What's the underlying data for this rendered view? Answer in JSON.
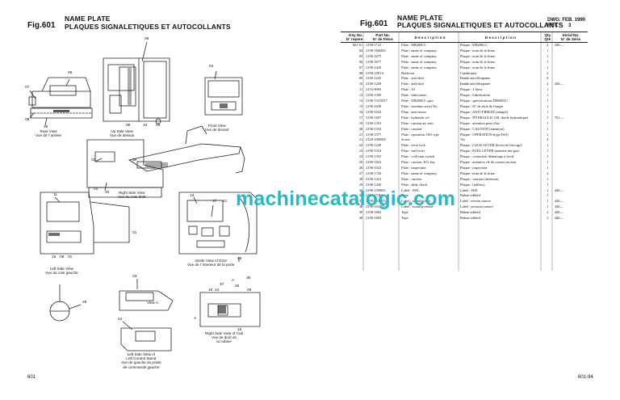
{
  "left_page": {
    "fig": "Fig.601",
    "title_en": "NAME PLATE",
    "title_fr": "PLAQUES SIGNALETIQUES ET AUTOCOLLANTS",
    "page_number": "601",
    "views": {
      "rear": [
        "Rear View",
        "Vue de l' arrière"
      ],
      "up_side": [
        "Up Side View",
        "Vue de dessus"
      ],
      "front": [
        "Front View",
        "Vue de devant"
      ],
      "right_side": [
        "Right Side View",
        "Vue du cote droit"
      ],
      "left_side": [
        "Left Side View",
        "Vue du cote gauche"
      ],
      "door": [
        "Inside View of Door",
        "Vue de l' interieur de la porte"
      ],
      "view_a": [
        "View A"
      ],
      "control_stand": [
        "Left Side View of",
        "Left Control Stand",
        "Vue de gauche du poste",
        "de commande gauche"
      ],
      "cab": [
        "Right Side View of Cab",
        "Vue de droit do",
        "la cabine"
      ]
    },
    "callouts": [
      "09",
      "04",
      "06",
      "07",
      "08",
      "36",
      "09",
      "10",
      "09",
      "02",
      "39",
      "01",
      "40",
      "11",
      "01",
      "15",
      "05",
      "01",
      "13",
      "17",
      "21",
      "16",
      "23",
      "28",
      "37",
      "A",
      "26",
      "35",
      "19",
      "24",
      "25",
      "22",
      "16",
      "A"
    ]
  },
  "right_page": {
    "fig": "Fig.601",
    "title_en": "NAME PLATE",
    "title_fr": "PLAQUES SIGNALETIQUES ET AUTOCOLLANTS",
    "dwg_label": "DWG: FEB. 1990",
    "rev_label": "REV.",
    "rev_value": "3",
    "page_number": "601-94",
    "columns": {
      "key": [
        "Key No.",
        "N° repère"
      ],
      "part": [
        "Part No.",
        "N° de Pièce"
      ],
      "desc_en": "D e s c r i p t i o n",
      "desc_fr": "D e s c r i p t i o n",
      "qty": [
        "Qty",
        "Qté"
      ],
      "serial": [
        "Serial No.",
        "N° de Série"
      ]
    },
    "rows": [
      {
        "key": "601-01",
        "part": "2190-1723",
        "en": "Plate : DH200LC",
        "fr": "Plaque : DH200LC",
        "qty": "2",
        "ser": "446—"
      },
      {
        "key": "04",
        "part": "2190-1660D2",
        "en": "Plate : name of company",
        "fr": "Plaque : nom de la firme",
        "qty": "1",
        "ser": ""
      },
      {
        "key": "05",
        "part": "2190-1675",
        "en": "Plate : name of company",
        "fr": "Plaque : nom de la firme",
        "qty": "1",
        "ser": ""
      },
      {
        "key": "06",
        "part": "2190-1677",
        "en": "Plate : name of company",
        "fr": "Plaque : nom de la firme",
        "qty": "1",
        "ser": ""
      },
      {
        "key": "07",
        "part": "2190-1429",
        "en": "Plate : name of company",
        "fr": "Plaque : nom de la firme",
        "qty": "1",
        "ser": ""
      },
      {
        "key": "08",
        "part": "2190-1001A",
        "en": "Reflector",
        "fr": "Catadioptre",
        "qty": "2",
        "ser": ""
      },
      {
        "key": "09",
        "part": "2190-1245",
        "en": "Plate : anti-skid",
        "fr": "Bande anti-dérapante",
        "qty": "6",
        "ser": ""
      },
      {
        "key": "10",
        "part": "2190-1258",
        "en": "Plate : anti-skid",
        "fr": "Bande anti-dérapante",
        "qty": "2",
        "ser": "446—"
      },
      {
        "key": "11",
        "part": "2116-9003",
        "en": "Plate : Aℓ",
        "fr": "Plaque : ℓ litres",
        "qty": "1",
        "ser": ""
      },
      {
        "key": "12",
        "part": "2190-1350",
        "en": "Plate : lubrication",
        "fr": "Plaque : lubrification",
        "qty": "1",
        "ser": ""
      },
      {
        "key": "13",
        "part": "2190-1331D17",
        "en": "Plate : DH200LC spec.",
        "fr": "Plaque : spécifications DH200LC",
        "qty": "1",
        "ser": ""
      },
      {
        "key": "15",
        "part": "2190-1038",
        "en": "Plate : machine serial No.",
        "fr": "Plaque : N° de série de l'engin",
        "qty": "1",
        "ser": ""
      },
      {
        "key": "16",
        "part": "2190-1024",
        "en": "Plate : anti-freeze",
        "fr": "Plaque : ANTI-FREEZE (antigel)",
        "qty": "1",
        "ser": ""
      },
      {
        "key": "17",
        "part": "2190-1697",
        "en": "Plate : hydraulic oil",
        "fr": "Plaque : HYDRAULIC OIL (huile hydraulique)",
        "qty": "1",
        "ser": "751—"
      },
      {
        "key": "19",
        "part": "2190-1353",
        "en": "Plate : caution air vent",
        "fr": "Plaque : attention prise d'air",
        "qty": "1",
        "ser": ""
      },
      {
        "key": "20",
        "part": "2190-1354",
        "en": "Plate : caution",
        "fr": "Plaque : CAUTION (attention)",
        "qty": "1",
        "ser": ""
      },
      {
        "key": "21",
        "part": "2190-1377",
        "en": "Plate : operation, ISO type",
        "fr": "Plaque : OPERATION (type ISO)",
        "qty": "1",
        "ser": ""
      },
      {
        "key": "21",
        "part": "2120-1060D4",
        "en": "Screw",
        "fr": "Vis",
        "qty": "4",
        "ser": ""
      },
      {
        "key": "22",
        "part": "2190-1249",
        "en": "Plate : lever lock",
        "fr": "Plaque : LOCK LEVER (levier de blocage)",
        "qty": "1",
        "ser": ""
      },
      {
        "key": "23",
        "part": "2190-1254",
        "en": "Plate : fuel lever",
        "fr": "Plaque : FUEL LEVER (manette des gaz)",
        "qty": "1",
        "ser": ""
      },
      {
        "key": "24",
        "part": "2190-1355",
        "en": "Plate : cold start switch",
        "fr": "Plaque : contacteur démarrage à froid",
        "qty": "1",
        "ser": ""
      },
      {
        "key": "25",
        "part": "2190-1022",
        "en": "Plate : caution, E/G key",
        "fr": "Plaque : attention clé de contact moteur",
        "qty": "1",
        "ser": ""
      },
      {
        "key": "26",
        "part": "2190-1023",
        "en": "Plate : inspection",
        "fr": "Plaque : inspection",
        "qty": "1",
        "ser": ""
      },
      {
        "key": "27",
        "part": "2190-1726",
        "en": "Plate : name of company",
        "fr": "Plaque : nom de la firme",
        "qty": "2",
        "ser": ""
      },
      {
        "key": "28",
        "part": "2190-1412",
        "en": "Plate : caution",
        "fr": "Plaque : caution (attention)",
        "qty": "1",
        "ser": ""
      },
      {
        "key": "29",
        "part": "2190-1430",
        "en": "Plate : daily check",
        "fr": "Plaque : (tailless)",
        "qty": "1",
        "ser": ""
      },
      {
        "key": "35",
        "part": "2190-1598D3",
        "en": "Label : SWL",
        "fr": "Label : SWL",
        "qty": "1",
        "ser": "446—"
      },
      {
        "key": "36",
        "part": "2190-1746",
        "en": "Tape",
        "fr": "Ruban adhésif",
        "qty": "1",
        "ser": ""
      },
      {
        "key": "37",
        "part": "2190-1618D5",
        "en": "Label : sound power",
        "fr": "Label : niveau sonore",
        "qty": "1",
        "ser": "446—"
      },
      {
        "key": "38",
        "part": "2190-1619D3",
        "en": "Label : sound pressure",
        "fr": "Label : pression sonore",
        "qty": "1",
        "ser": "446—"
      },
      {
        "key": "39",
        "part": "2190-1682",
        "en": "Tape",
        "fr": "Ruban adhésif",
        "qty": "2",
        "ser": "446—"
      },
      {
        "key": "40",
        "part": "2190-1683",
        "en": "Tape",
        "fr": "Ruban adhésif",
        "qty": "2",
        "ser": "446—"
      }
    ]
  },
  "watermark": "machinecatalogic.com"
}
